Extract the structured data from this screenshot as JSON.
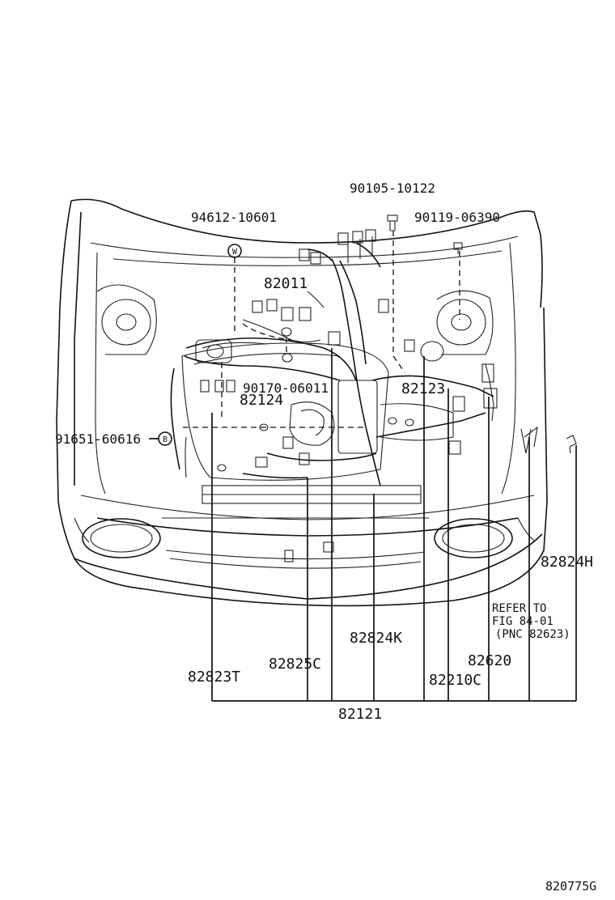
{
  "parts": {
    "p1": "90105-10122",
    "p2": "94612-10601",
    "p3": "90119-06390",
    "p4": "82011",
    "p5": "90170-06011",
    "p6": "82124",
    "p7": "82123",
    "p8": "91651-60616",
    "p9": "82824H",
    "p10": "82824K",
    "p11": "82620",
    "p12": "82825C",
    "p13": "82823T",
    "p14": "82210C",
    "p15": "82121"
  },
  "reference": {
    "line1": "REFER TO",
    "line2": "FIG 84-01",
    "line3": "(PNC 82623)"
  },
  "callout_markers": {
    "w": "W",
    "b": "B"
  },
  "figure_code": "820775G"
}
